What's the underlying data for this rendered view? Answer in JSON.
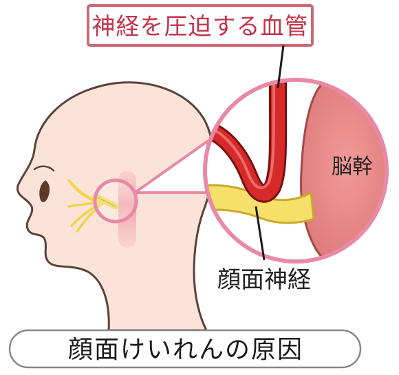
{
  "labels": {
    "title": "神経を圧迫する血管",
    "brainstem": "脳幹",
    "facial_nerve": "顔面神経",
    "caption": "顔面けいれんの原因"
  },
  "colors": {
    "skin": "#fbe3d8",
    "skin_outline": "#5a4238",
    "nerve": "#f7e06a",
    "nerve_outline": "#c9a92a",
    "vessel": "#d62a2a",
    "vessel_outline": "#7a1010",
    "brainstem": "#e98c8c",
    "brainstem_outline": "#a24848",
    "magnifier_ring": "#e88aa6",
    "title_border": "#c96a74",
    "title_text": "#c2344a",
    "ear_highlight": "#f4a9b0"
  }
}
